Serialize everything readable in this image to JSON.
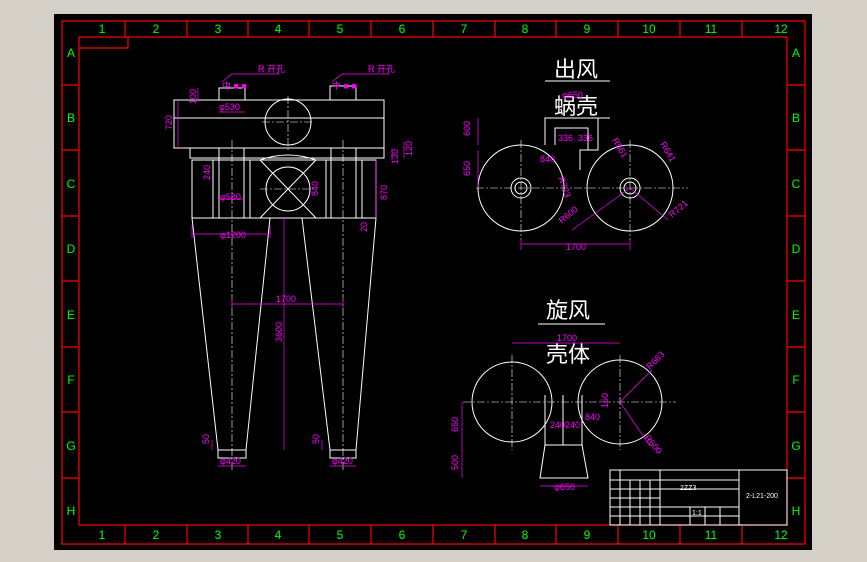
{
  "frame": {
    "columns": [
      "1",
      "2",
      "3",
      "4",
      "5",
      "6",
      "7",
      "8",
      "9",
      "10",
      "11",
      "12"
    ],
    "rows": [
      "A",
      "B",
      "C",
      "D",
      "E",
      "F",
      "G",
      "H"
    ]
  },
  "titles": {
    "outlet": "出风",
    "volute": "蜗壳",
    "cyclone": "旋风",
    "shell": "壳体"
  },
  "dims_left": {
    "note1": "R 开孔",
    "note2": "R 开孔",
    "h100": "100",
    "h720": "720",
    "d530": "φ530",
    "h130": "130",
    "h120": "120",
    "d580": "φ580",
    "h240": "240",
    "h870": "870",
    "d1200": "φ1200",
    "h20": "20",
    "w1700": "1700",
    "h3600": "3600",
    "h50a": "50",
    "h50b": "50",
    "d420a": "φ420",
    "d420b": "φ420"
  },
  "dims_top_right": {
    "d650": "φ650",
    "h600": "600",
    "h650": "650",
    "w336a": "336",
    "w336b": "336",
    "r561": "R561",
    "r641": "R641",
    "w840": "840",
    "r723": "R723",
    "r721": "R721",
    "r600": "R600",
    "w1700": "1700"
  },
  "dims_bottom_right": {
    "w1700": "1700",
    "h650": "650",
    "h500": "500",
    "w240a": "240",
    "w240b": "240",
    "w840": "840",
    "h150": "150",
    "r663": "R663",
    "r600": "R600",
    "d650": "φ650"
  },
  "title_block": {
    "drawing_no": "2-L21-200",
    "name": "2ZZ3",
    "cell1": "1:1"
  },
  "colors": {
    "background": "#000000",
    "frame": "#ff0000",
    "zone_label": "#00ff00",
    "geometry": "#ffffff",
    "dimension": "#ff00ff"
  }
}
